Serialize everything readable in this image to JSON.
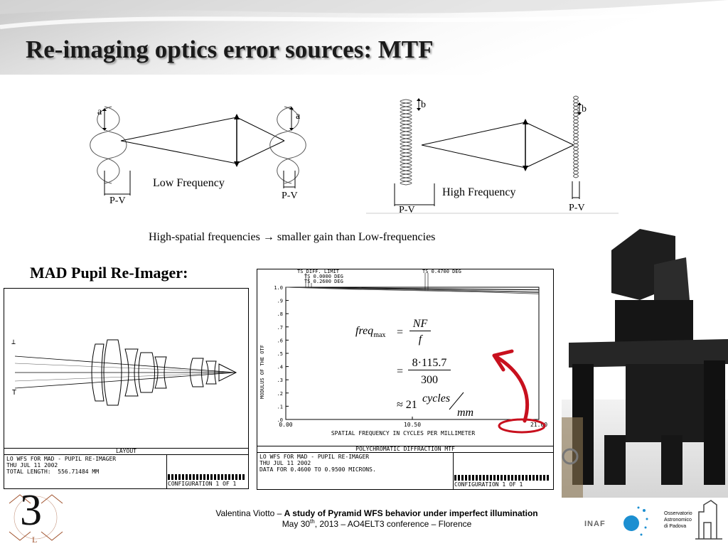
{
  "slide": {
    "title": "Re-imaging optics error sources: MTF",
    "caption_left": "High-spatial frequencies",
    "caption_arrow": "→",
    "caption_right": "smaller gain than Low-frequencies",
    "mad_label": "MAD Pupil Re-Imager:"
  },
  "diagram_low": {
    "a_left": "a",
    "a_right": "a",
    "label": "Low Frequency",
    "pv_left": "P-V",
    "pv_right": "P-V"
  },
  "diagram_high": {
    "b_left": "b",
    "b_right": "b",
    "label": "High Frequency",
    "pv_left": "P-V",
    "pv_right": "P-V"
  },
  "layout_panel": {
    "marker_top": "⊥",
    "marker_bottom": "T",
    "section_title": "LAYOUT",
    "info_line1": "LO WFS FOR MAD - PUPIL RE-IMAGER",
    "info_line2": "THU JUL 11 2002",
    "info_line3": "TOTAL LENGTH:  556.71484 MM",
    "config": "CONFIGURATION  1 OF  1"
  },
  "mtf_panel": {
    "legend_1": "TS DIFF. LIMIT",
    "legend_2": "TS 0.0000 DEG",
    "legend_3": "TS 0.2600 DEG",
    "legend_4": "TS 0.4700 DEG",
    "ylabel": "MODULUS OF THE OTF",
    "xlabel": "SPATIAL FREQUENCY IN CYCLES PER MILLIMETER",
    "section_title": "POLYCHROMATIC DIFFRACTION MTF",
    "info_line1": "LO WFS FOR MAD - PUPIL RE-IMAGER",
    "info_line2": "THU JUL 11 2002",
    "info_line3": "DATA FOR 0.4600 TO 0.9500 MICRONS.",
    "config": "CONFIGURATION  1 OF  1",
    "eq_freq": "freq",
    "eq_max": "max",
    "eq_equals": "=",
    "eq_nf": "NF",
    "eq_f": "f",
    "eq_num2": "8·115.7",
    "eq_den2": "300",
    "eq_approx": "≈ 21",
    "eq_cycles": "cycles",
    "eq_mm": "mm"
  },
  "chart_data": {
    "type": "line",
    "title": "POLYCHROMATIC DIFFRACTION MTF",
    "xlabel": "SPATIAL FREQUENCY IN CYCLES PER MILLIMETER",
    "ylabel": "MODULUS OF THE OTF",
    "xlim": [
      0,
      21.0
    ],
    "ylim": [
      0,
      1.0
    ],
    "x_ticks": [
      "0.00",
      "10.50",
      "21.00"
    ],
    "y_ticks": [
      "1.0",
      ".9",
      ".8",
      ".7",
      ".6",
      ".5",
      ".4",
      ".3",
      ".2",
      ".1",
      ".0"
    ],
    "grid": false,
    "legend_position": "top",
    "series": [
      {
        "name": "TS DIFF. LIMIT",
        "x": [
          0,
          5.25,
          10.5,
          15.75,
          21.0
        ],
        "y": [
          1.0,
          0.995,
          0.99,
          0.985,
          0.98
        ]
      },
      {
        "name": "TS 0.0000 DEG",
        "x": [
          0,
          5.25,
          10.5,
          15.75,
          21.0
        ],
        "y": [
          1.0,
          0.99,
          0.985,
          0.975,
          0.965
        ]
      },
      {
        "name": "TS 0.2600 DEG",
        "x": [
          0,
          5.25,
          10.5,
          15.75,
          21.0
        ],
        "y": [
          1.0,
          0.988,
          0.98,
          0.97,
          0.96
        ]
      },
      {
        "name": "TS 0.4700 DEG",
        "x": [
          0,
          5.25,
          10.5,
          15.75,
          21.0
        ],
        "y": [
          1.0,
          0.985,
          0.975,
          0.965,
          0.95
        ]
      }
    ]
  },
  "footer": {
    "author": "Valentina Viotto",
    "dash": " – ",
    "talk_title": "A study of Pyramid WFS behavior under imperfect illumination",
    "date_pre": "May 30",
    "date_sup": "th",
    "date_post": ", 2013 – AO4ELT3 conference – Florence"
  },
  "logos": {
    "ao_numeral": "3",
    "ao_letter_l": "L",
    "inaf": "INAF",
    "obs_line1": "Osservatorio",
    "obs_line2": "Astronomico",
    "obs_line3": "di Padova"
  },
  "colors": {
    "accent_red": "#c8101e",
    "inaf_blue": "#1c8fd1",
    "logo_brown": "#a0522d"
  }
}
